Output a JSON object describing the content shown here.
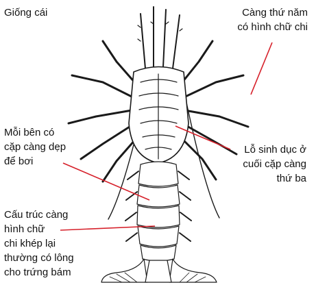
{
  "title": "Giống cái",
  "labels": {
    "fifth_leg": [
      "Càng thứ năm",
      "có hình chữ chi"
    ],
    "flat_pleopods": [
      "Mỗi bên có",
      "cặp càng dẹp",
      "để bơi"
    ],
    "genital_pore": [
      "Lỗ sinh dục ở",
      "cuối cặp càng",
      "thứ ba"
    ],
    "structure": [
      "Cấu trúc càng",
      "hình chữ",
      "chi khép lại",
      "thường có lông",
      "cho trứng bám"
    ]
  },
  "colors": {
    "leader": "#d6202a",
    "ink": "#1a1a1a"
  },
  "illustration": "spiny-lobster-ventral-view"
}
